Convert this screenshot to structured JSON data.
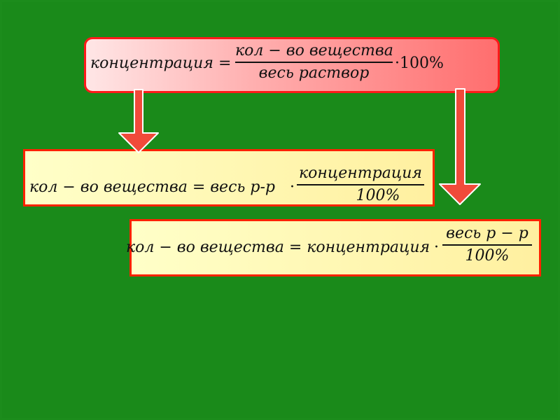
{
  "formula_top": {
    "lhs": "концентрация",
    "eq": "=",
    "numerator": "кол − во  вещества",
    "denominator": "весь  раствор",
    "times": "·100%"
  },
  "formula_mid": {
    "lhs": "кол − во  вещества = весь   р-р",
    "dot": "·",
    "numerator": "концентрация",
    "denominator": "100%"
  },
  "formula_bot": {
    "lhs": "кол − во  вещества = концентрация",
    "dot": "·",
    "numerator": "весь  р − р",
    "denominator": "100%"
  },
  "colors": {
    "background": "#1a8a1a",
    "top_box_border": "#ff1a1a",
    "top_box_fill": "#ff8080",
    "yellow_box_border": "#ff2200",
    "yellow_box_fill": "#fff5b0",
    "arrow_fill": "#f04a3a",
    "arrow_stroke": "#ffffff"
  }
}
